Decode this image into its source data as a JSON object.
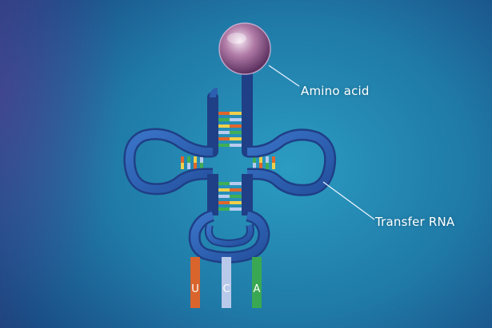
{
  "labels": {
    "amino_acid": "Amino acid",
    "transfer_rna": "Transfer RNA"
  },
  "anticodon": [
    {
      "letter": "U",
      "color": "#d9642c"
    },
    {
      "letter": "C",
      "color": "#b9c9ea"
    },
    {
      "letter": "A",
      "color": "#3aa852"
    }
  ],
  "colors": {
    "strand": "#2d5fb0",
    "strand_edge": "#1f3f86",
    "pointer_line": "#e8f2ff",
    "base_pair_colors": [
      "#e0662a",
      "#3fae55",
      "#f0d04a",
      "#b8cbee"
    ]
  }
}
